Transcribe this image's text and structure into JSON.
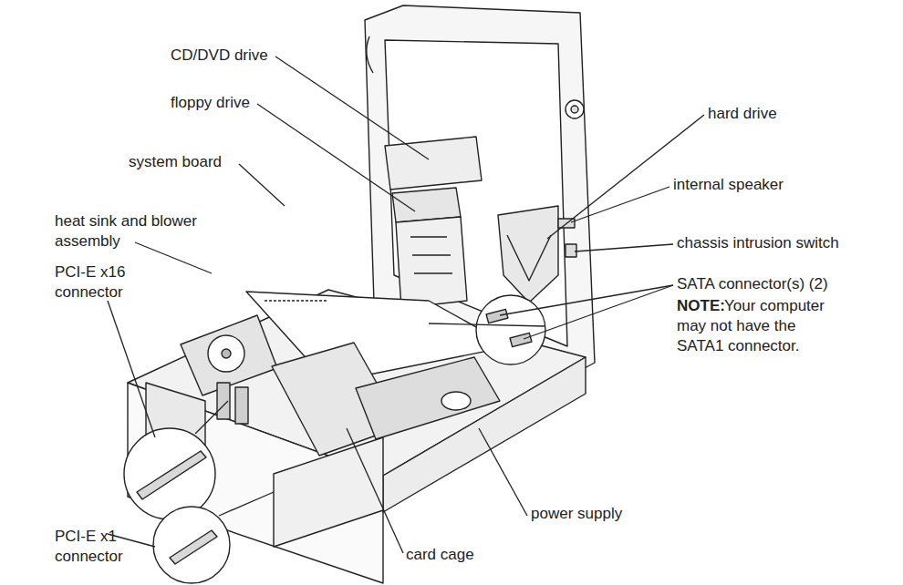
{
  "diagram": {
    "labels": [
      "CD/DVD drive",
      "floppy drive",
      "hard drive",
      "system board",
      "internal speaker",
      "heat sink and blower assembly",
      "chassis intrusion switch",
      "PCI-E x16 connector",
      "SATA connector(s) (2)",
      "NOTE:",
      "Your computer may not have the SATA1 connector.",
      "PCI-E x1 connector",
      "power supply",
      "card cage"
    ]
  }
}
